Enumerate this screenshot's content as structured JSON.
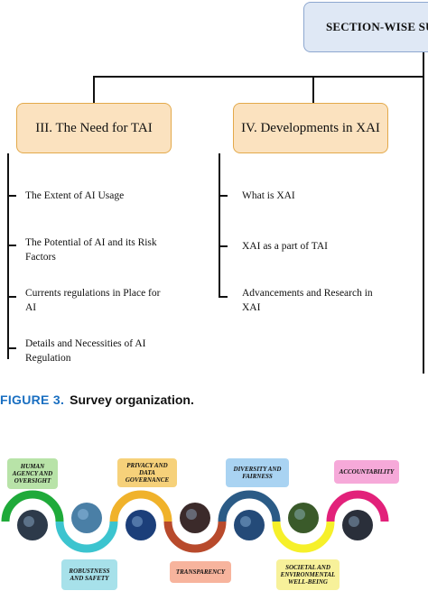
{
  "diagram": {
    "top_box": "SECTION-WISE SUB",
    "sections": [
      {
        "title": "III. The Need for TAI",
        "items": [
          "The Extent of AI Usage",
          "The Potential of AI and its Risk Factors",
          "Currents regulations in Place for AI",
          "Details and Necessities of AI Regulation"
        ]
      },
      {
        "title": "IV. Developments in XAI",
        "items": [
          "What is XAI",
          "XAI as a part of TAI",
          "Advancements and Research in XAI"
        ]
      }
    ]
  },
  "caption": {
    "figure_label": "FIGURE 3.",
    "text": "Survey organization."
  },
  "requirements": {
    "top": [
      {
        "label": "HUMAN AGENCY AND OVERSIGHT",
        "color": "#b8e3a8"
      },
      {
        "label": "PRIVACY AND DATA GOVERNANCE",
        "color": "#f6d17a"
      },
      {
        "label": "DIVERSITY AND FAIRNESS",
        "color": "#a9d3f2"
      },
      {
        "label": "ACCOUNTABILITY",
        "color": "#f6a9d9"
      }
    ],
    "bottom": [
      {
        "label": "ROBUSTNESS AND SAFETY",
        "color": "#a7e1ea"
      },
      {
        "label": "TRANSPARENCY",
        "color": "#f7b49d"
      },
      {
        "label": "SOCIETAL AND ENVIRONMENTAL WELL-BEING",
        "color": "#f7f19a"
      }
    ],
    "arc_colors": [
      "#1faa3a",
      "#3cc4cf",
      "#f0b22b",
      "#b84a2c",
      "#2b5b86",
      "#f6f02a",
      "#e2217a"
    ]
  }
}
